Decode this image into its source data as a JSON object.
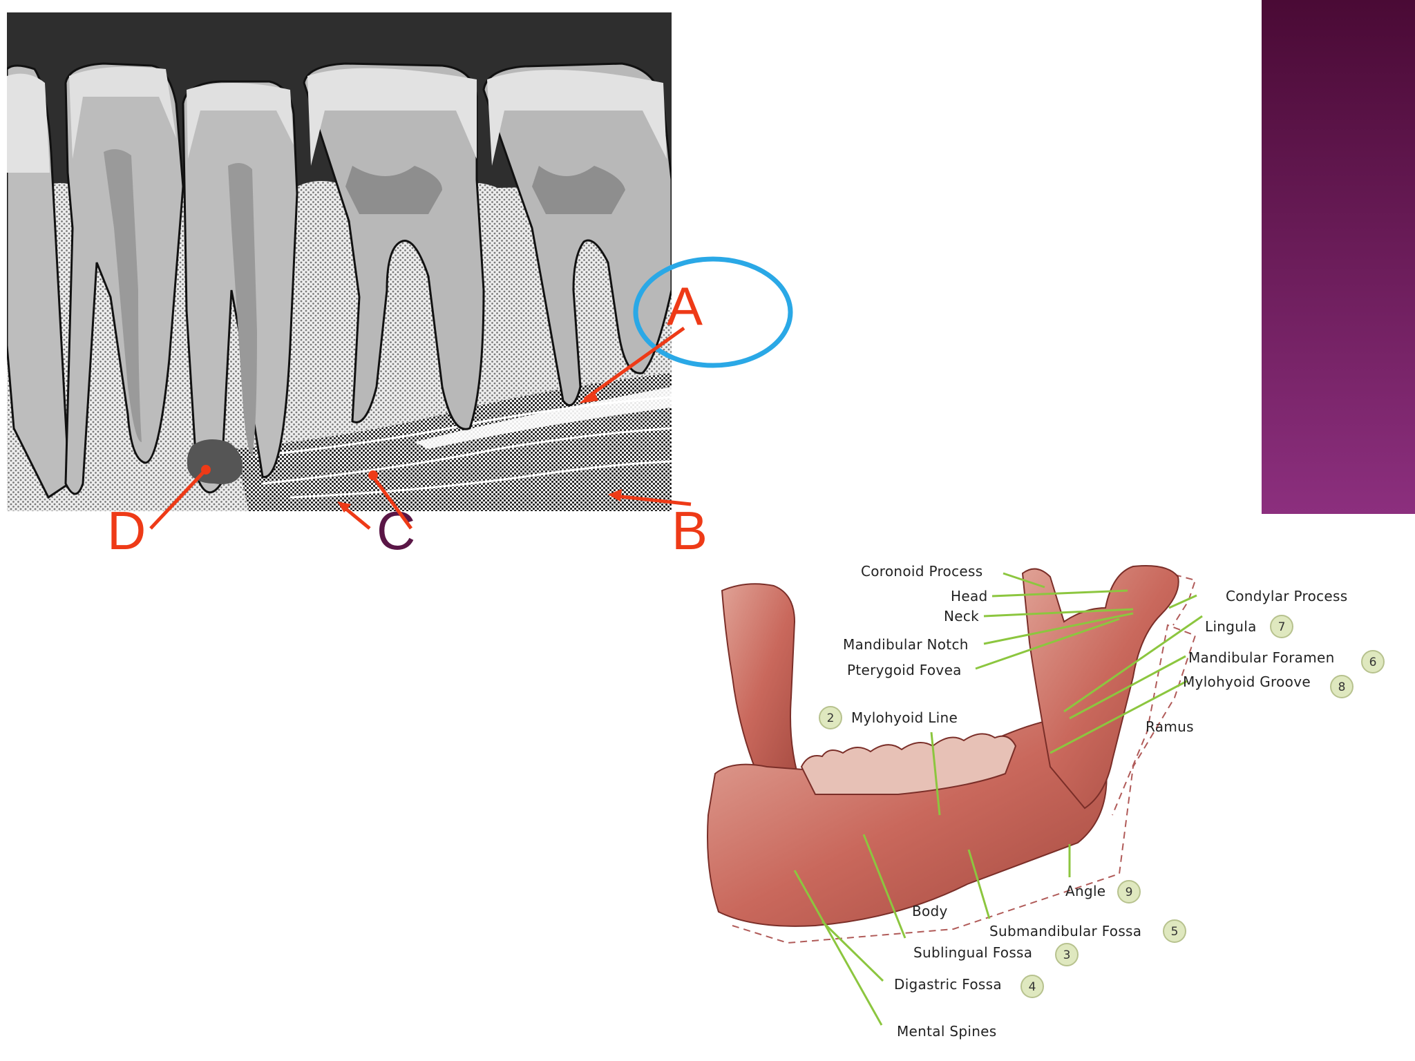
{
  "colors": {
    "accent_ellipse": "#2aa8e6",
    "arrow_red": "#ee3a17",
    "letter_c": "#5a1646",
    "leader_green": "#8cc63f",
    "badge_fill": "#dfe8bf",
    "bone": "#c96f62",
    "side_panel_top": "#4a0a35",
    "side_panel_bottom": "#8c2f7e"
  },
  "radiograph": {
    "labels": {
      "a": "A",
      "b": "B",
      "c": "C",
      "d": "D"
    }
  },
  "mandible": {
    "labels": {
      "coronoid_process": "Coronoid Process",
      "head": "Head",
      "neck": "Neck",
      "mandibular_notch": "Mandibular Notch",
      "pterygoid_fovea": "Pterygoid Fovea",
      "mylohyoid_line": "Mylohyoid Line",
      "condylar_process": "Condylar Process",
      "lingula": "Lingula",
      "mandibular_foramen": "Mandibular Foramen",
      "mylohyoid_groove": "Mylohyoid Groove",
      "ramus": "Ramus",
      "angle": "Angle",
      "body": "Body",
      "submandibular_fossa": "Submandibular Fossa",
      "sublingual_fossa": "Sublingual Fossa",
      "digastric_fossa": "Digastric Fossa",
      "mental_spines": "Mental Spines"
    },
    "badges": {
      "mylohyoid_line": "2",
      "sublingual_fossa": "3",
      "digastric_fossa": "4",
      "submandibular_fossa": "5",
      "mandibular_foramen": "6",
      "lingula": "7",
      "mylohyoid_groove": "8",
      "angle": "9"
    }
  }
}
